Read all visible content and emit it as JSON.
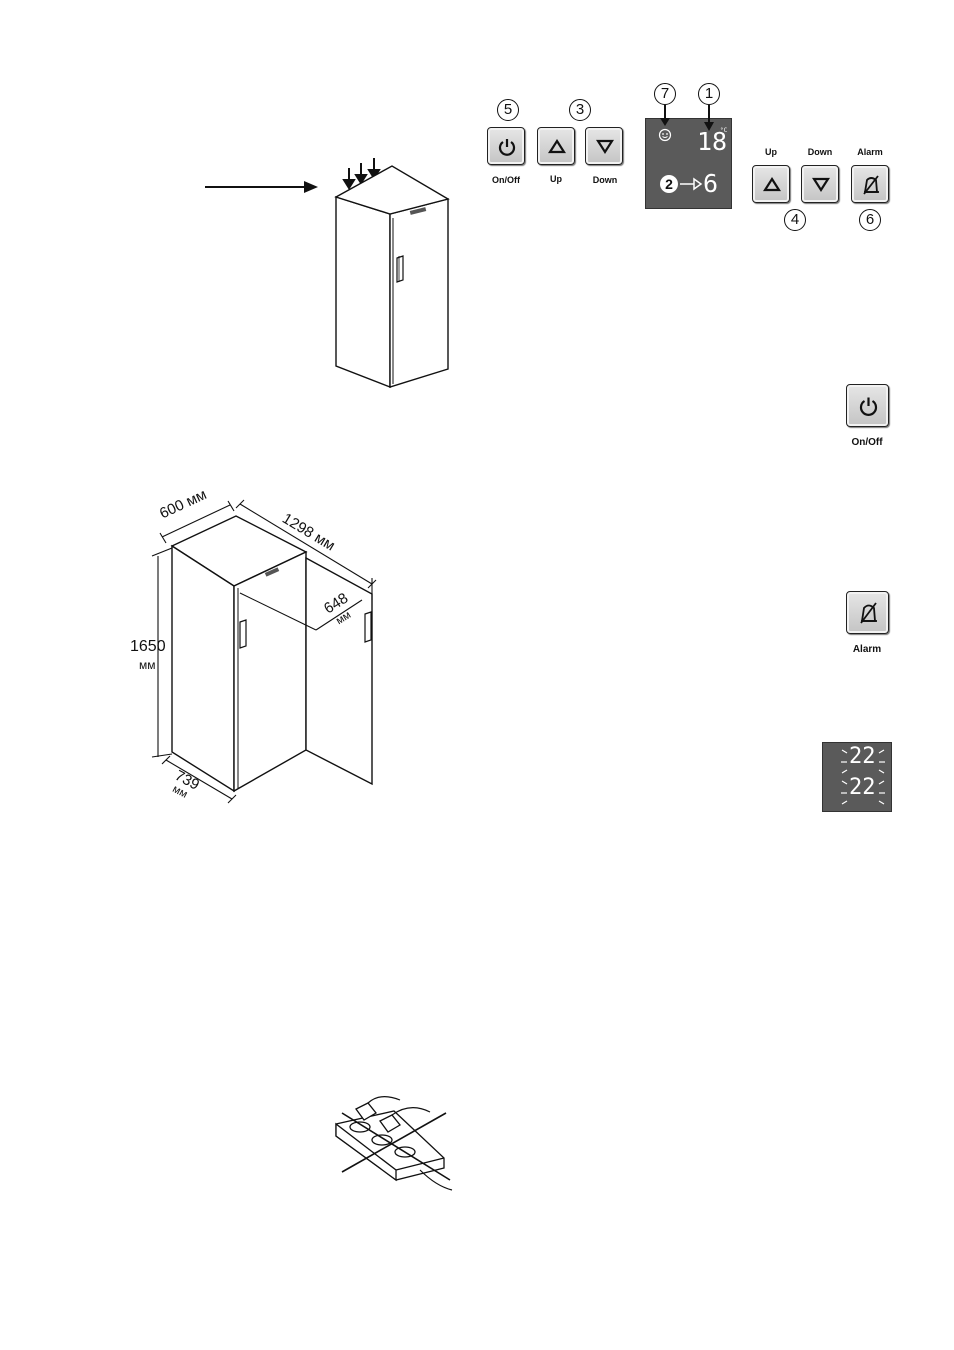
{
  "control_panel_top": {
    "onoff_label": "On/Off",
    "up_label": "Up",
    "down_label": "Down",
    "callouts": {
      "onoff": "5",
      "updown": "3",
      "eco": "7",
      "temp": "1",
      "setpoint": "2",
      "alarm_updown": "4",
      "alarm": "6"
    },
    "display": {
      "temperature": "18",
      "unit": "°C",
      "setpoint": "6"
    }
  },
  "control_panel_right": {
    "up_label": "Up",
    "down_label": "Down",
    "alarm_label": "Alarm"
  },
  "standalone_buttons": {
    "onoff_label": "On/Off",
    "alarm_label": "Alarm"
  },
  "blink_display": {
    "line1": "22",
    "line2": "22"
  },
  "dimensions": {
    "width": "600 мм",
    "depth_open": "1298 мм",
    "depth": "648",
    "depth_unit": "мм",
    "height": "1650",
    "height_unit": "мм",
    "door_depth": "739",
    "door_depth_unit": "мм"
  },
  "colors": {
    "panel": "#5a5a5a",
    "button": "#d4d4d4",
    "line": "#111111"
  }
}
